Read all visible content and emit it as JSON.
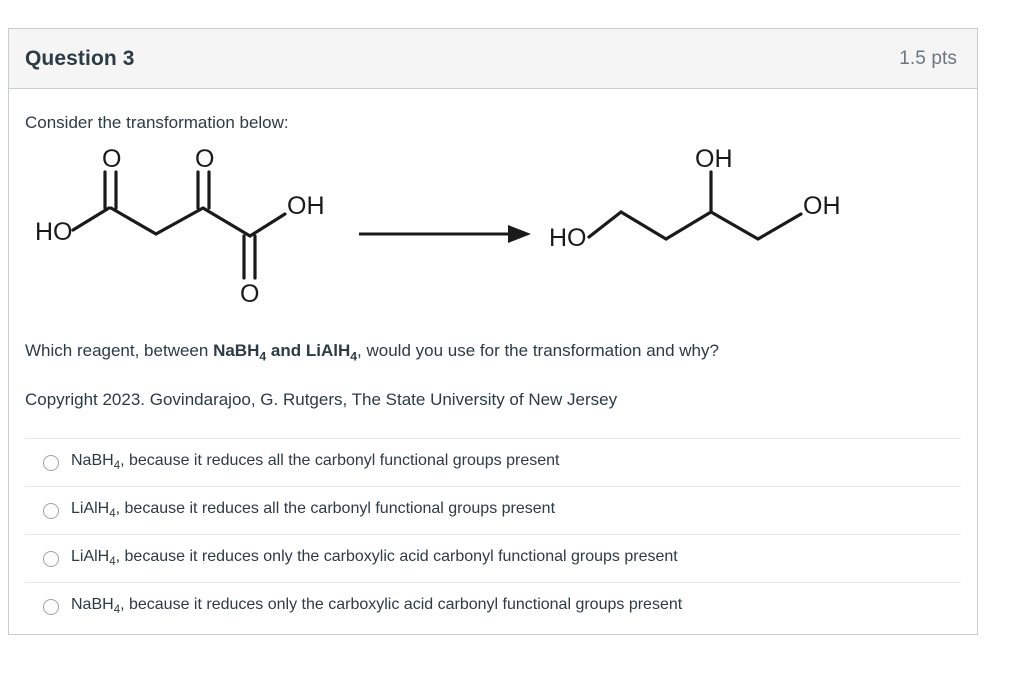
{
  "question": {
    "title": "Question 3",
    "points": "1.5 pts",
    "prompt_intro": "Consider the transformation below:",
    "prompt_question_pre": "Which reagent, between ",
    "prompt_question_bold_1": "NaBH",
    "prompt_question_bold_1_sub": "4",
    "prompt_question_bold_mid": " and LiAlH",
    "prompt_question_bold_2_sub": "4",
    "prompt_question_post": ", would you use for the transformation and why?",
    "copyright": "Copyright 2023. Govindarajoo, G. Rutgers, The State University of New Jersey"
  },
  "scheme": {
    "reactant_name": "2-oxosuccinic acid skeletal structure",
    "product_name": "butane-1,2,4-triol skeletal structure",
    "arrow_name": "reaction-arrow",
    "labels": {
      "reactant_ho": "HO",
      "reactant_o_top_left": "O",
      "reactant_o_top_right": "O",
      "reactant_oh_right": "OH",
      "reactant_o_bottom": "O",
      "product_ho": "HO",
      "product_oh_top": "OH",
      "product_oh_right": "OH"
    }
  },
  "answers": [
    {
      "id": "option-1",
      "text_pre": "NaBH",
      "sub": "4",
      "text_post": ", because it reduces all the carbonyl functional groups present",
      "selected": false
    },
    {
      "id": "option-2",
      "text_pre": "LiAlH",
      "sub": "4",
      "text_post": ", because it reduces all the carbonyl functional groups present",
      "selected": false
    },
    {
      "id": "option-3",
      "text_pre": "LiAlH",
      "sub": "4",
      "text_post": ", because it reduces only the carboxylic acid carbonyl functional groups present",
      "selected": false
    },
    {
      "id": "option-4",
      "text_pre": "NaBH",
      "sub": "4",
      "text_post": ", because it reduces only the carboxylic acid carbonyl functional groups present",
      "selected": false
    }
  ],
  "colors": {
    "text": "#2d3b45",
    "muted": "#6b7780",
    "border": "#c7cdd1",
    "header_bg": "#f5f5f5",
    "divider": "#e8eaec",
    "structure": "#1a1a1a"
  }
}
